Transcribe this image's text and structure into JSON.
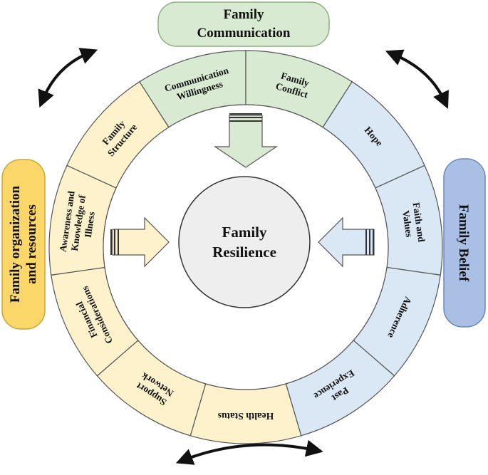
{
  "colors": {
    "communication": "#d9ead3",
    "communication_stroke": "#8eb07d",
    "belief": "#dae7f4",
    "belief_pill": "#a9bfe3",
    "belief_stroke": "#6f86b8",
    "organization": "#fdf2cc",
    "organization_pill": "#fbd76a",
    "organization_stroke": "#c9a53d",
    "core": "#eeeeee",
    "outline": "#333333",
    "ring_line": "#555555"
  },
  "core": {
    "line1": "Family",
    "line2": "Resilience"
  },
  "categories": {
    "communication": {
      "line1": "Family",
      "line2": "Communication"
    },
    "belief": {
      "line1": "Family Belief"
    },
    "organization": {
      "line1": "Family organization",
      "line2": "and resources"
    }
  },
  "segments": [
    {
      "id": "communication-willingness",
      "group": "communication",
      "lines": [
        "Communication",
        "Willingness"
      ]
    },
    {
      "id": "family-conflict",
      "group": "communication",
      "lines": [
        "Family",
        "Conflict"
      ]
    },
    {
      "id": "hope",
      "group": "belief",
      "lines": [
        "Hope"
      ]
    },
    {
      "id": "faith-and-values",
      "group": "belief",
      "lines": [
        "Faith and",
        "Values"
      ]
    },
    {
      "id": "adherence",
      "group": "belief",
      "lines": [
        "Adherence"
      ]
    },
    {
      "id": "past-experience",
      "group": "belief",
      "lines": [
        "Past",
        "Experience"
      ]
    },
    {
      "id": "health-status",
      "group": "organization",
      "lines": [
        "Health Status"
      ]
    },
    {
      "id": "support-network",
      "group": "organization",
      "lines": [
        "Support",
        "Network"
      ]
    },
    {
      "id": "financial-considerations",
      "group": "organization",
      "lines": [
        "Financial",
        "Considerations"
      ]
    },
    {
      "id": "awareness-knowledge-illness",
      "group": "organization",
      "lines": [
        "Awareness and",
        "Knowledge of",
        "Illness"
      ]
    },
    {
      "id": "family-structure",
      "group": "organization",
      "lines": [
        "Family",
        "Structure"
      ]
    }
  ],
  "icons": {
    "arrow_down": "block-arrow-down-icon",
    "arrow_right": "block-arrow-right-icon",
    "arrow_left": "block-arrow-left-icon",
    "cycle_arrow": "curved-double-arrow-icon"
  }
}
